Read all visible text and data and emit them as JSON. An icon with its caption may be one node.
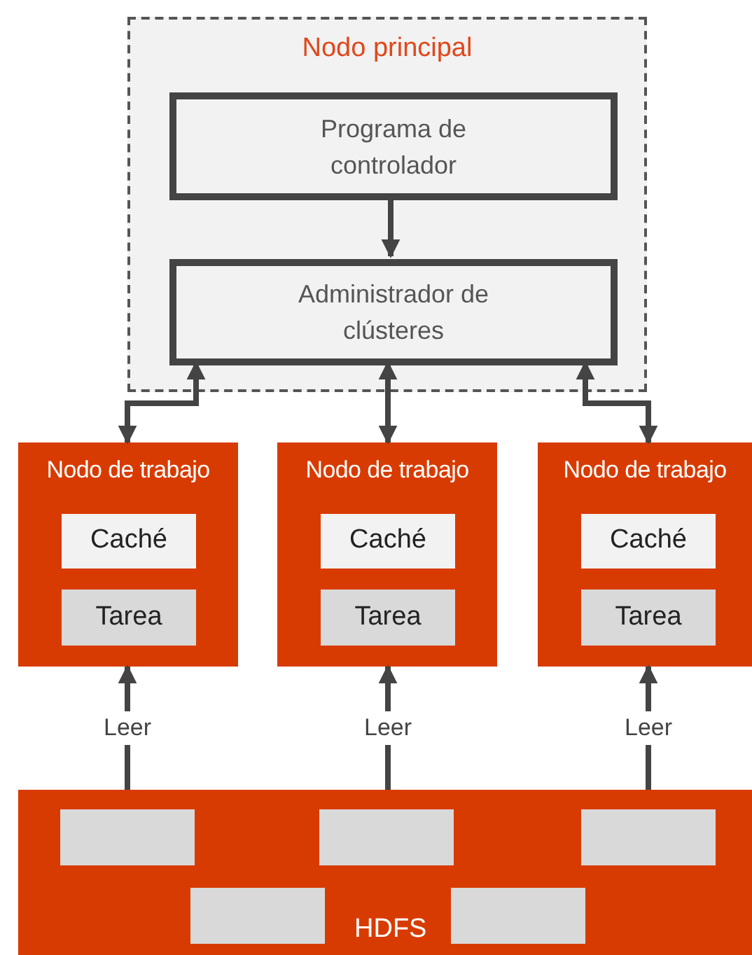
{
  "diagram": {
    "nodes": [
      {
        "text": [
          "Nodo principal"
        ]
      },
      {
        "text": [
          "Programa de controlador"
        ],
        "in": 0
      },
      {
        "text": [
          "Administrador de clústeres"
        ],
        "in": 0
      },
      {
        "text": [
          "Nodo de trabajo"
        ]
      },
      {
        "text": [
          "Caché"
        ],
        "in": 3
      },
      {
        "text": [
          "Tarea"
        ],
        "in": 3
      },
      {
        "text": [
          "Nodo de trabajo"
        ]
      },
      {
        "text": [
          "Caché"
        ],
        "in": 6
      },
      {
        "text": [
          "Tarea"
        ],
        "in": 6
      },
      {
        "text": [
          "Nodo de trabajo"
        ]
      },
      {
        "text": [
          "Caché"
        ],
        "in": 9
      },
      {
        "text": [
          "Tarea"
        ],
        "in": 9
      },
      {
        "text": [
          "HDFS"
        ]
      },
      {
        "text": [],
        "shape": "box",
        "in": 12
      },
      {
        "text": [],
        "shape": "box",
        "in": 12
      },
      {
        "text": [],
        "shape": "box",
        "in": 12
      },
      {
        "text": [],
        "shape": "box",
        "in": 12
      },
      {
        "text": [],
        "shape": "box",
        "in": 12
      }
    ],
    "edges": [
      {
        "from": 1,
        "to": 2,
        "arrow": "to"
      },
      {
        "from": 2,
        "to": 3,
        "arrow": "both"
      },
      {
        "from": 2,
        "to": 6,
        "arrow": "both"
      },
      {
        "from": 2,
        "to": 9,
        "arrow": "both"
      },
      {
        "from": 12,
        "to": 3,
        "arrow": "to",
        "label": "Leer"
      },
      {
        "from": 12,
        "to": 6,
        "arrow": "to",
        "label": "Leer"
      },
      {
        "from": 12,
        "to": 9,
        "arrow": "to",
        "label": "Leer"
      }
    ]
  }
}
